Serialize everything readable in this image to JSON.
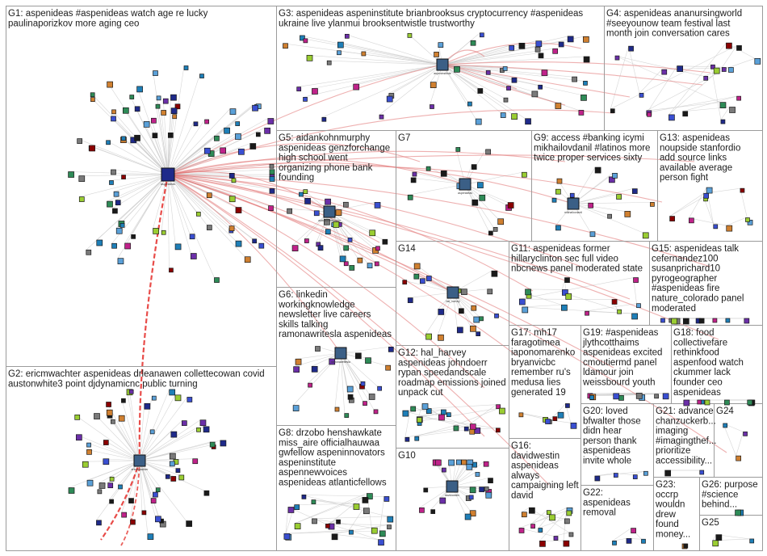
{
  "colors": {
    "background": "#ffffff",
    "box_border": "#9b9b9b",
    "edge_gray": "#c8c8c8",
    "edge_red": "#e07070",
    "edge_red_strong": "#e53935",
    "node_palette": [
      "#1f2a8a",
      "#3a4fd1",
      "#6b2fa8",
      "#c0228a",
      "#2e8b57",
      "#1e7fb8",
      "#8b0000",
      "#1a1a1a",
      "#5aa0d8",
      "#7a7a7a",
      "#9acd32",
      "#d08030"
    ]
  },
  "groups": [
    {
      "id": "G1",
      "lines": [
        "G1: aspenideas #aspenideas watch age re lucky",
        "paulinaporizkov more aging ceo"
      ]
    },
    {
      "id": "G2",
      "lines": [
        "G2: ericmwachter aspenideas drleanawen collettecowan covid",
        "austonwhite3 point djdynamicnc public turning"
      ]
    },
    {
      "id": "G3",
      "lines": [
        "G3: aspenideas aspeninstitute brianbrooksus cryptocurrency #aspenideas",
        "ukraine live ylanmui brooksentwistle trustworthy"
      ]
    },
    {
      "id": "G4",
      "lines": [
        "G4: aspenideas ananursingworld",
        "#seeyounow team festival last",
        "month join conversation cares"
      ]
    },
    {
      "id": "G5",
      "lines": [
        "G5: aidankohnmurphy",
        "aspenideas genzforchange",
        "high school went",
        "organizing phone bank",
        "founding"
      ]
    },
    {
      "id": "G6",
      "lines": [
        "G6: linkedin",
        "workingknowledge",
        "newsletter live careers",
        "skills talking",
        "ramonawritesla aspenideas"
      ]
    },
    {
      "id": "G7",
      "lines": [
        "G7"
      ]
    },
    {
      "id": "G8",
      "lines": [
        "G8: drzobo henshawkate",
        "miss_aire officialhauwaa",
        "gwfellow aspeninnovators",
        "aspeninstitute",
        "aspennewvoices",
        "aspenideas atlanticfellows"
      ]
    },
    {
      "id": "G9",
      "lines": [
        "G9: access #banking icymi",
        "mikhailovdanil #latinos more",
        "twice proper services sixty"
      ]
    },
    {
      "id": "G10",
      "lines": [
        "G10"
      ]
    },
    {
      "id": "G11",
      "lines": [
        "G11: aspenideas former",
        "hillaryclinton sec full video",
        "nbcnews panel moderated state"
      ]
    },
    {
      "id": "G12",
      "lines": [
        "G12: hal_harvey",
        "aspenideas johndoerr",
        "rypan speedandscale",
        "roadmap emissions joined",
        "unpack cut"
      ]
    },
    {
      "id": "G13",
      "lines": [
        "G13: aspenideas",
        "noupside stanfordio",
        "add source links",
        "available average",
        "person fight"
      ]
    },
    {
      "id": "G14",
      "lines": [
        "G14"
      ]
    },
    {
      "id": "G15",
      "lines": [
        "G15: aspenideas talk",
        "cefernandez100",
        "susanprichard10",
        "pyrogeographer",
        "#aspenideas fire",
        "nature_colorado panel",
        "moderated"
      ]
    },
    {
      "id": "G16",
      "lines": [
        "G16:",
        "davidwestin",
        "aspenideas",
        "always",
        "campaigning left",
        "david"
      ]
    },
    {
      "id": "G17",
      "lines": [
        "G17: mh17",
        "faragotimea",
        "iaponomarenko",
        "bryanvicbc",
        "remember ru's",
        "medusa lies",
        "generated 19"
      ]
    },
    {
      "id": "G18",
      "lines": [
        "G18: food",
        "collectivefare",
        "rethinkfood",
        "aspenfood watch",
        "ckummer lack",
        "founder ceo",
        "aspenideas"
      ]
    },
    {
      "id": "G19",
      "lines": [
        "G19: #aspenideas",
        "jlythcotthaims",
        "aspenideas excited",
        "cmoutiermd panel",
        "ldamour join",
        "weissbourd youth"
      ]
    },
    {
      "id": "G20",
      "lines": [
        "G20: loved",
        "bfwalter those",
        "didn hear",
        "person thank",
        "aspenideas",
        "invite whole"
      ]
    },
    {
      "id": "G21",
      "lines": [
        "G21: advance",
        "chanzuckerb...",
        "imaging",
        "#imagingthef...",
        "prioritize",
        "accessibility..."
      ]
    },
    {
      "id": "G22",
      "lines": [
        "G22:",
        "aspenideas",
        "removal"
      ]
    },
    {
      "id": "G23",
      "lines": [
        "G23:",
        "occrp",
        "wouldn",
        "drew",
        "found",
        "money..."
      ]
    },
    {
      "id": "G24",
      "lines": [
        "G24"
      ]
    },
    {
      "id": "G25",
      "lines": [
        "G25"
      ]
    },
    {
      "id": "G26",
      "lines": [
        "G26: purpose",
        "#science",
        "behind..."
      ]
    }
  ],
  "hubs": [
    {
      "group": "G1",
      "label": "aspenideas"
    },
    {
      "group": "G2",
      "label": "ericmwachter"
    },
    {
      "group": "G3",
      "label": "aspeninstitute"
    },
    {
      "group": "G5",
      "label": "aidankohnmurphy"
    },
    {
      "group": "G6",
      "label": "ramonawritesla"
    },
    {
      "group": "G7",
      "label": "aspenideas"
    },
    {
      "group": "G9",
      "label": "mikhailovdanil"
    },
    {
      "group": "G10",
      "label": "davidwestin"
    },
    {
      "group": "G14",
      "label": "hal_harvey"
    }
  ]
}
